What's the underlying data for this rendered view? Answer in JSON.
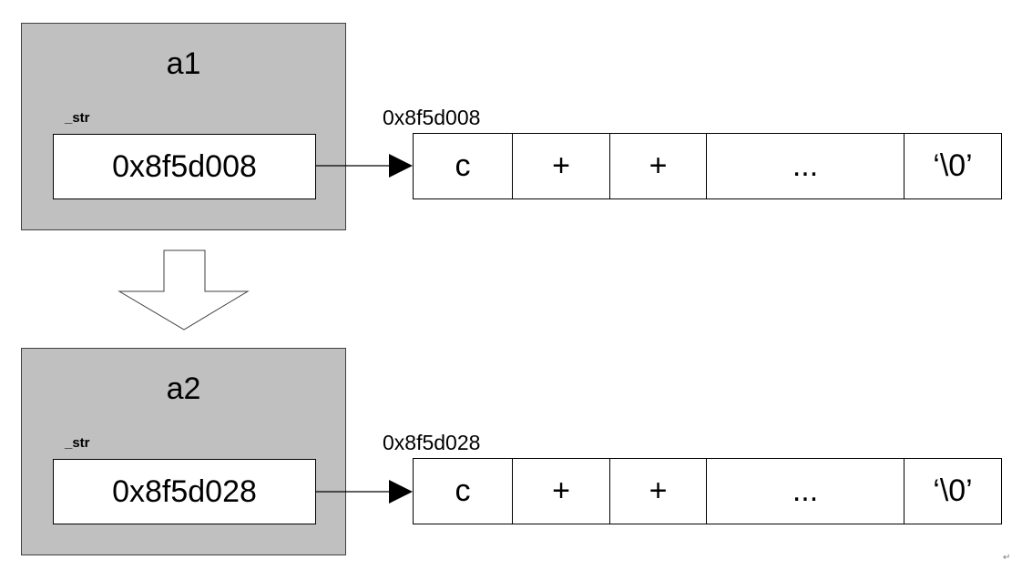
{
  "objects": [
    {
      "name": "a1",
      "field": "_str",
      "pointer_value": "0x8f5d008",
      "target_address": "0x8f5d008",
      "array_cells": [
        "c",
        "+",
        "+",
        "...",
        "‘\\0’"
      ]
    },
    {
      "name": "a2",
      "field": "_str",
      "pointer_value": "0x8f5d028",
      "target_address": "0x8f5d028",
      "array_cells": [
        "c",
        "+",
        "+",
        "...",
        "‘\\0’"
      ]
    }
  ],
  "colors": {
    "object_fill": "#c0c0c0",
    "line": "#000000"
  },
  "icons": {
    "transition": "down-arrow-icon",
    "pointer": "pointer-arrow-icon",
    "paragraph_mark": "paragraph-mark-icon"
  },
  "paragraph_mark": "↵"
}
